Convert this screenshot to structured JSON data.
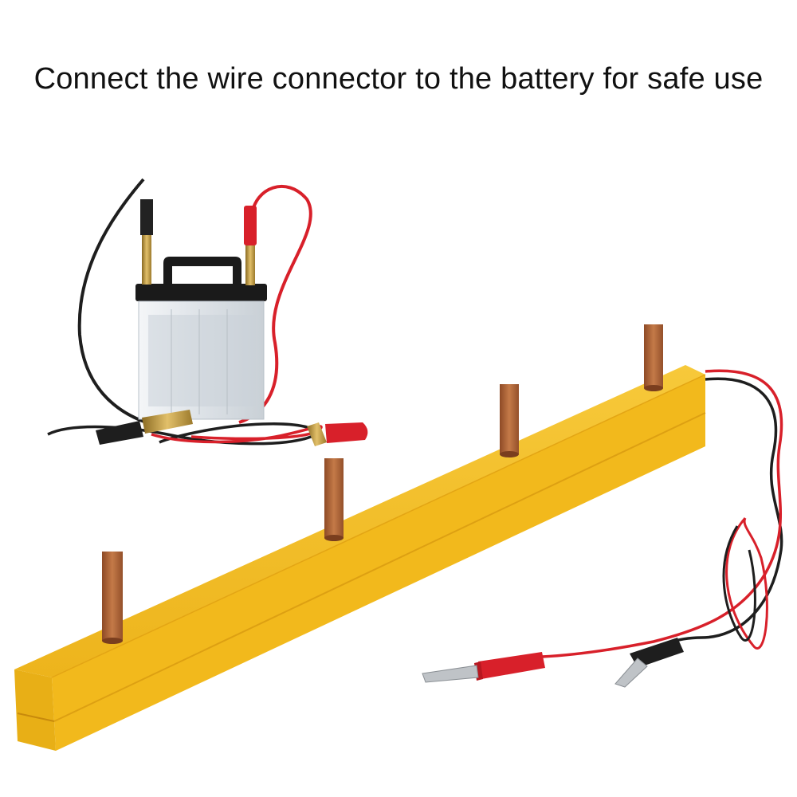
{
  "caption": "Connect the wire connector to the battery for safe use",
  "scene": {
    "objects": [
      "car-battery",
      "battery-clip-cables",
      "wooden-bar",
      "copper-contacts",
      "alligator-clip-leads"
    ],
    "colors": {
      "bar": "#F2B91C",
      "bar_shadow": "#D89A10",
      "copper": "#B8693C",
      "wire_red": "#D8202A",
      "wire_black": "#1E1E1E",
      "battery_case": "#E6EAEE",
      "battery_lid": "#1A1A1A",
      "brass": "#C9A24A"
    }
  }
}
